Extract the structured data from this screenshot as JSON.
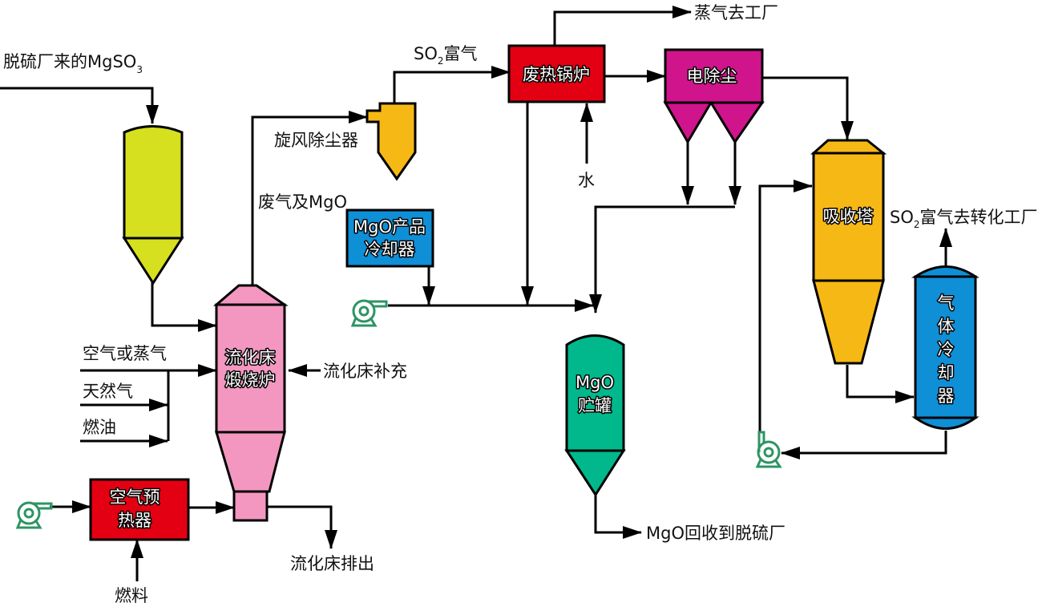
{
  "diagram": {
    "title": "MgSO3 flue gas desulfurization regeneration process flow",
    "colors": {
      "hopper": "#d6e01e",
      "calciner": "#f497c0",
      "cyclone": "#f6b814",
      "boiler": "#e30012",
      "precipitator": "#d0148c",
      "product_cooler": "#0e8fd6",
      "storage_tank": "#00b88c",
      "absorber": "#f6b814",
      "gas_cooler": "#0e8fd6",
      "air_preheater": "#e30012",
      "pump": "#2e9464"
    },
    "equipment": {
      "calciner": {
        "line1": "流化床",
        "line2": "煅烧炉"
      },
      "cyclone": {
        "label": "旋风除尘器"
      },
      "boiler": {
        "label": "废热锅炉"
      },
      "precipitator": {
        "label": "电除尘"
      },
      "product_cooler": {
        "line1": "MgO产品",
        "line2": "冷却器"
      },
      "storage_tank": {
        "line1": "MgO",
        "line2": "贮罐"
      },
      "absorber": {
        "label": "吸收塔"
      },
      "gas_cooler": {
        "chars": [
          "气",
          "体",
          "冷",
          "却",
          "器"
        ]
      },
      "air_preheater": {
        "line1": "空气预",
        "line2": "热器"
      }
    },
    "streams": {
      "feed": {
        "main": "脱硫厂来的MgSO",
        "sub": "3"
      },
      "so2_rich": {
        "pre": "SO",
        "sub": "2",
        "post": "富气"
      },
      "steam_out": "蒸气去工厂",
      "offgas_mgo": "废气及MgO",
      "water": "水",
      "air_or_steam": "空气或蒸气",
      "natural_gas": "天然气",
      "fuel_oil": "燃油",
      "bed_makeup": "流化床补充",
      "bed_discharge": "流化床排出",
      "fuel": "燃料",
      "mgo_return": "MgO回收到脱硫厂",
      "so2_to_conversion": {
        "pre": "SO",
        "sub": "2",
        "post": "富气去转化工厂"
      }
    }
  }
}
